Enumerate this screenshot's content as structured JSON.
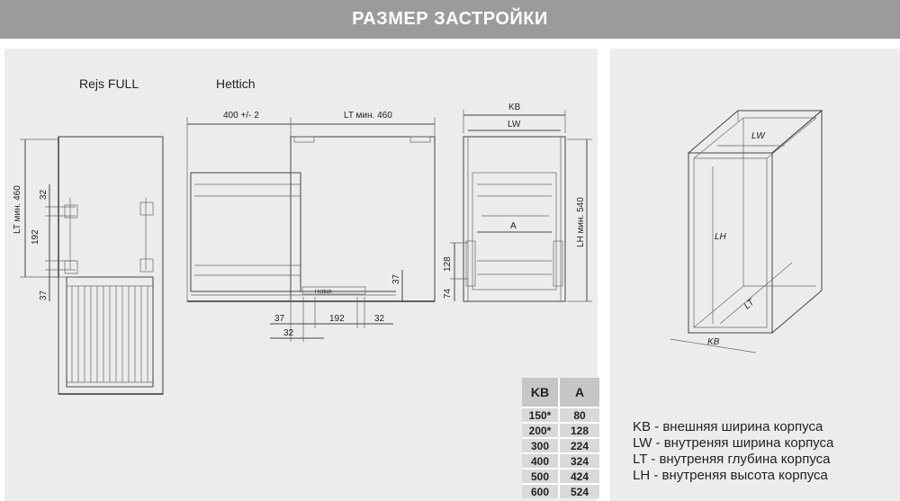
{
  "header": {
    "title": "РАЗМЕР ЗАСТРОЙКИ"
  },
  "drawings": {
    "rejs_label": "Rejs FULL",
    "hettich_label": "Hettich",
    "rejs_dims": {
      "lt": "LT мин. 460",
      "d32": "32",
      "d192": "192",
      "d37": "37"
    },
    "hettich_dims": {
      "top_left": "400 +/- 2",
      "top_right": "LT мин. 460",
      "right37": "37",
      "b37": "37",
      "b192": "192",
      "b32": "32",
      "b32b": "32",
      "brand": "Hettich"
    },
    "front_dims": {
      "kb": "KB",
      "lw": "LW",
      "a": "A",
      "lh": "LH мин. 540",
      "d128": "128",
      "d74": "74"
    },
    "iso_dims": {
      "lw": "LW",
      "lh": "LH",
      "lt": "LT",
      "kb": "KB"
    }
  },
  "table": {
    "headers": [
      "KB",
      "A"
    ],
    "rows": [
      [
        "150*",
        "80"
      ],
      [
        "200*",
        "128"
      ],
      [
        "300",
        "224"
      ],
      [
        "400",
        "324"
      ],
      [
        "500",
        "424"
      ],
      [
        "600",
        "524"
      ]
    ]
  },
  "legend": [
    "KB - внешняя ширина корпуса",
    "LW - внутреняя ширина корпуса",
    "LT - внутреняя глубина корпуса",
    "LH - внутреняя высота корпуса"
  ]
}
